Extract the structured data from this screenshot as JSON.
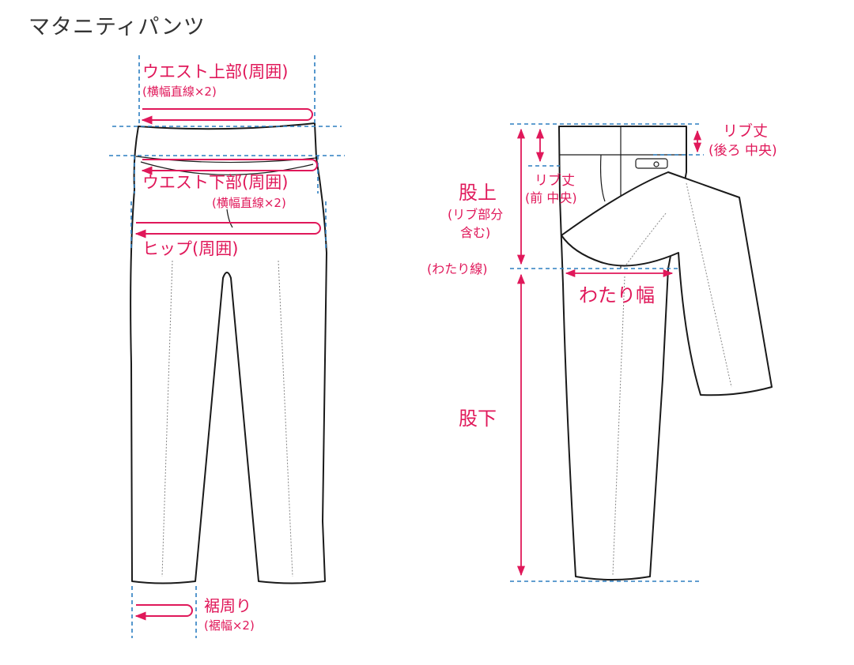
{
  "title": "マタニティパンツ",
  "colors": {
    "accent": "#e0185a",
    "guide": "#2d7fc1",
    "outline": "#1a1a1a"
  },
  "labels": {
    "waist_upper": "ウエスト上部(周囲)",
    "waist_upper_sub": "(横幅直線×2)",
    "waist_lower": "ウエスト下部(周囲)",
    "waist_lower_sub": "(横幅直線×2)",
    "hip": "ヒップ(周囲)",
    "hem": "裾周り",
    "hem_sub": "(裾幅×2)",
    "rib_back_1": "リブ丈",
    "rib_back_2": "(後ろ 中央)",
    "rib_front_1": "リブ丈",
    "rib_front_2": "(前 中央)",
    "rise_1": "股上",
    "rise_2": "(リブ部分",
    "rise_3": "含む)",
    "thigh_line": "(わたり線)",
    "thigh_width": "わたり幅",
    "inseam": "股下"
  }
}
